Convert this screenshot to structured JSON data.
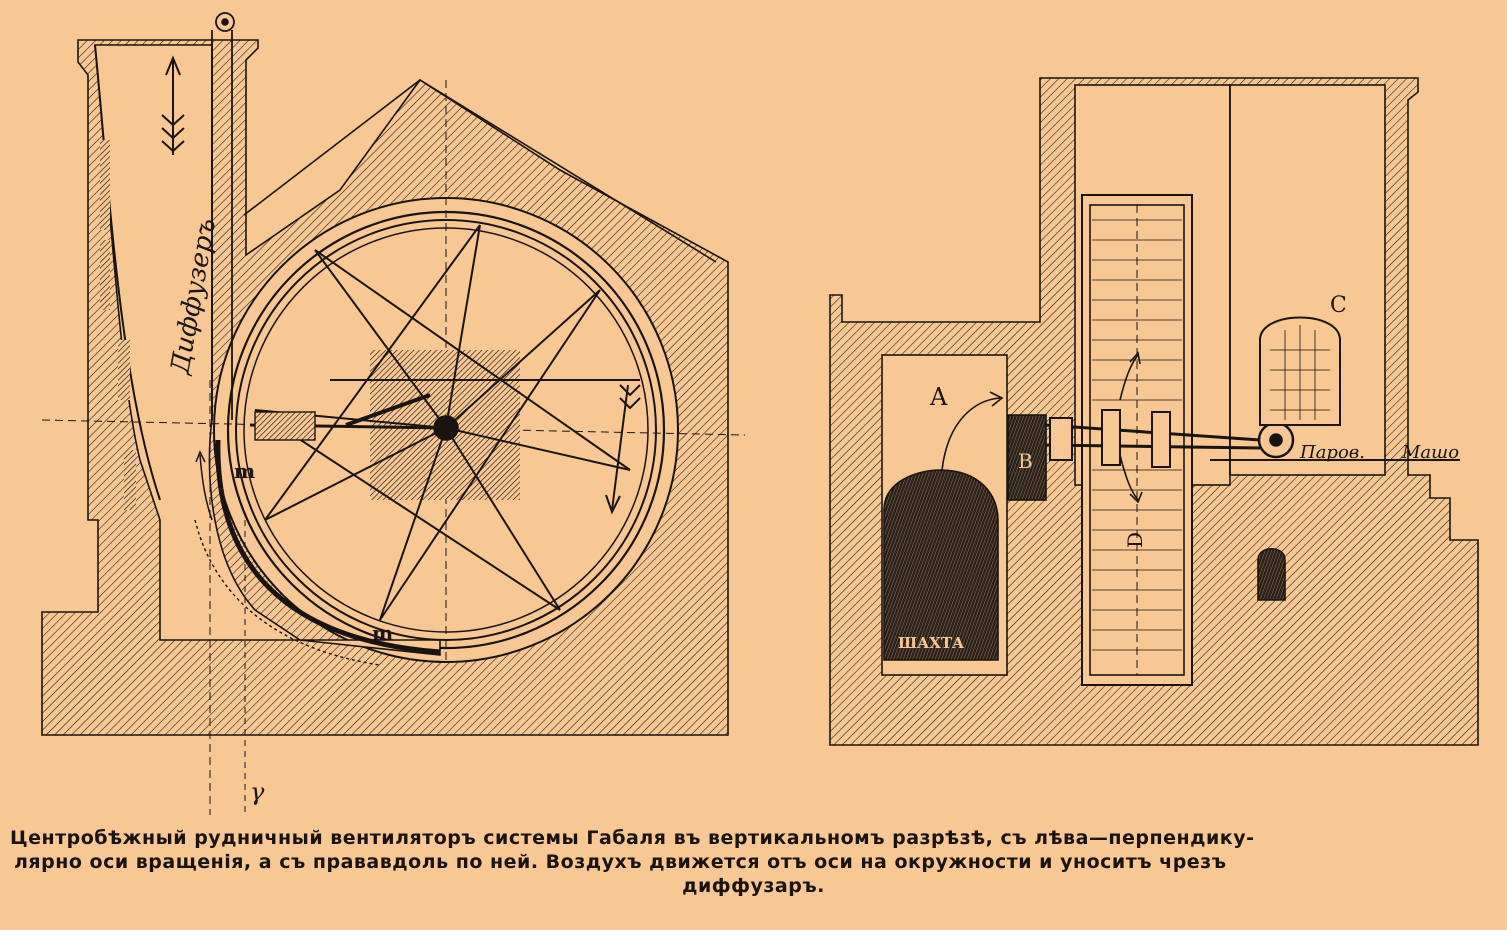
{
  "labels": {
    "diffuser": "Диффузеръ",
    "m1": "m",
    "m2": "m",
    "gamma": "γ",
    "A": "A",
    "B": "B",
    "C": "C",
    "D": "D",
    "shaft": "ШАХТА",
    "engine_part1": "Паров.",
    "engine_part2": "Машо"
  },
  "caption": {
    "line1": "Центробѣжный рудничный вентиляторъ системы Габаля въ вертикальномъ разрѣзѣ, съ лѣва—перпендику-",
    "line2": "лярно оси вращенія, а съ прававдоль по ней. Воздухъ движется отъ оси на окружности и уноситъ чрезъ",
    "line3": "диффузаръ."
  },
  "colors": {
    "paper": "#f7c894",
    "ink": "#1a1410"
  }
}
